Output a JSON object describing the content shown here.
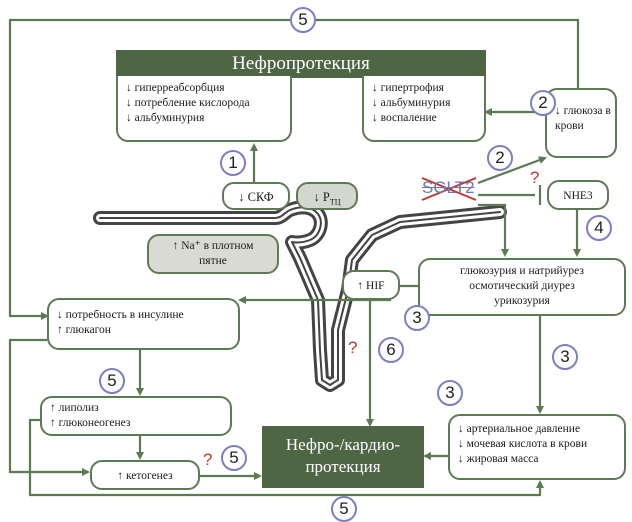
{
  "nephroprotection": {
    "title": "Нефропротекция",
    "left": [
      "↓ гиперреабсорбция",
      "↓ потребление кислорода",
      "↓ альбуминурия"
    ],
    "right": [
      "↓ гипертрофия",
      "↓ альбуминурия",
      "↓ воспаление"
    ]
  },
  "glucose": [
    "↓ глюкоза в",
    "крови"
  ],
  "skf": "↓ СКФ",
  "pressure": "↓ P",
  "pressure_sub": "ТЦ",
  "macula": [
    "↑ Na⁺ в плотном",
    "пятне"
  ],
  "sglt2": "SGLT2",
  "nhe3": "NHE3",
  "glucosuria": [
    "глюкозурия и натрийурез",
    "осмотический диурез",
    "урикозурия"
  ],
  "hif": "↑ HIF",
  "insulin": [
    "↓ потребность в инсулине",
    "↑ глюкагон"
  ],
  "lipolysis": [
    "↑ липолиз",
    "↑ глюконеогенез"
  ],
  "ketogenesis": "↑ кетогенез",
  "cardio": [
    "Нефро-/кардио-",
    "протекция"
  ],
  "bp": [
    "↓ артериальное давление",
    "↓ мочевая кислота в крови",
    "↓ жировая масса"
  ],
  "numbers": {
    "top5": "5",
    "n1": "1",
    "n2a": "2",
    "n2b": "2",
    "n4": "4",
    "n3a": "3",
    "n3b": "3",
    "n3c": "3",
    "n6": "6",
    "n5a": "5",
    "n5b": "5",
    "bottom5": "5"
  },
  "question_mark": "?",
  "colors": {
    "box_border": "#5d7a52",
    "title_fill": "#4f6645",
    "circle_border": "#7b7fc4",
    "question": "#c0392b",
    "cross": "#c0392b",
    "strike_text": "#6b78b8"
  }
}
